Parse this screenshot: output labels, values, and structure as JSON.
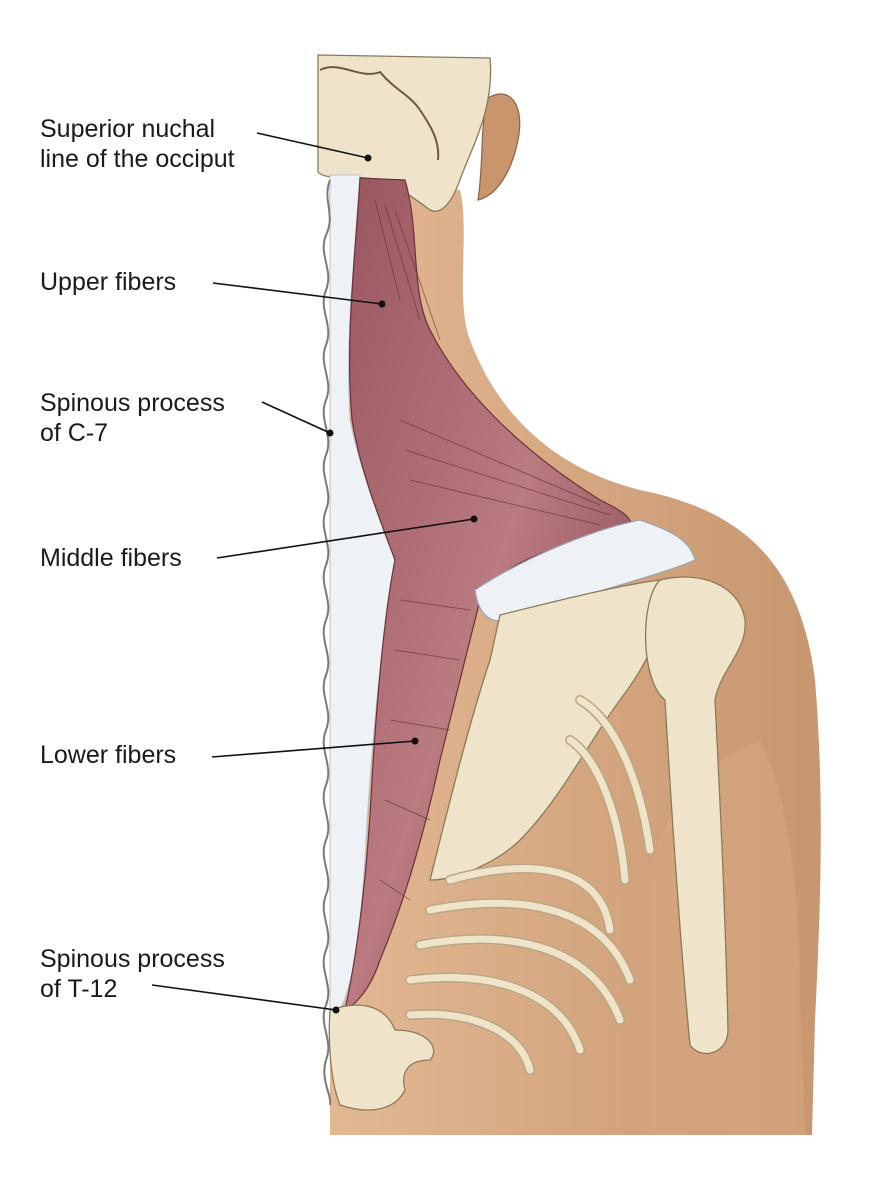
{
  "labels": {
    "superior_nuchal": {
      "line1": "Superior nuchal",
      "line2": "line of the occiput"
    },
    "upper_fibers": "Upper fibers",
    "spinous_c7": {
      "line1": "Spinous process",
      "line2": "of C-7"
    },
    "middle_fibers": "Middle fibers",
    "lower_fibers": "Lower fibers",
    "spinous_t12": {
      "line1": "Spinous process",
      "line2": "of T-12"
    }
  },
  "colors": {
    "skin": "#d7a983",
    "skin_shadow": "#c79670",
    "bone": "#efe4c9",
    "bone_shade": "#d9cba8",
    "fascia": "#eef2f6",
    "muscle": "#8b4a52",
    "muscle_light": "#c98b8f",
    "leader": "#111111"
  }
}
